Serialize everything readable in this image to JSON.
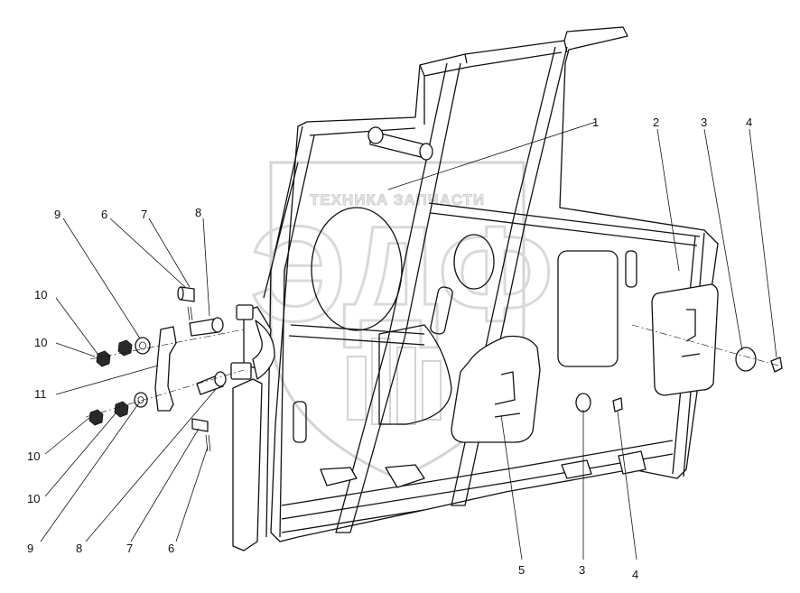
{
  "watermark": {
    "top_line": "ТЕХНИКА ЗАПЧАСТИ",
    "emblem_letters": "ЭДФ"
  },
  "callouts": [
    {
      "id": "1",
      "label": "1"
    },
    {
      "id": "2",
      "label": "2"
    },
    {
      "id": "3a",
      "label": "3"
    },
    {
      "id": "4a",
      "label": "4"
    },
    {
      "id": "9a",
      "label": "9"
    },
    {
      "id": "6a",
      "label": "6"
    },
    {
      "id": "7a",
      "label": "7"
    },
    {
      "id": "8a",
      "label": "8"
    },
    {
      "id": "10a",
      "label": "10"
    },
    {
      "id": "10b",
      "label": "10"
    },
    {
      "id": "11",
      "label": "11"
    },
    {
      "id": "10c",
      "label": "10"
    },
    {
      "id": "10d",
      "label": "10"
    },
    {
      "id": "9b",
      "label": "9"
    },
    {
      "id": "8b",
      "label": "8"
    },
    {
      "id": "7b",
      "label": "7"
    },
    {
      "id": "6b",
      "label": "6"
    },
    {
      "id": "5",
      "label": "5"
    },
    {
      "id": "3b",
      "label": "3"
    },
    {
      "id": "4b",
      "label": "4"
    }
  ]
}
